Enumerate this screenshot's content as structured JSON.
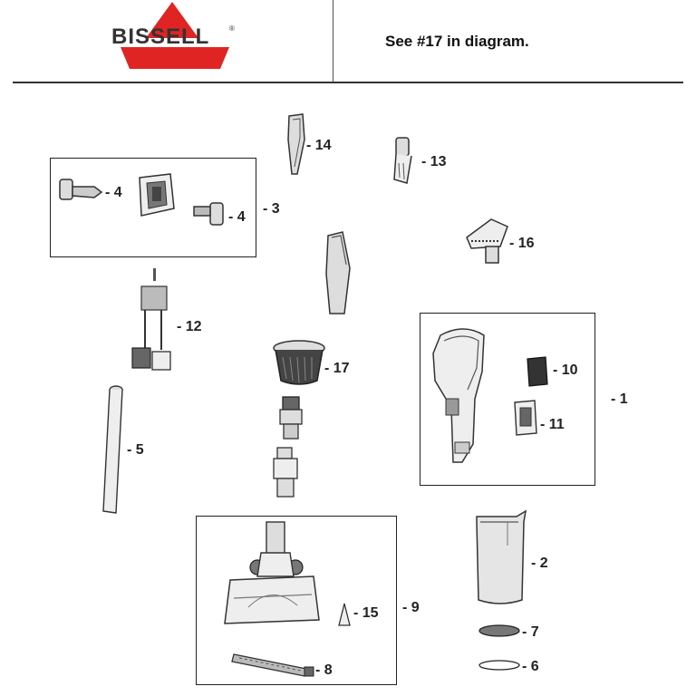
{
  "header": {
    "brand": "BISSELL",
    "note": "See #17 in diagram.",
    "colors": {
      "brand_red": "#e02424",
      "ink": "#333333"
    }
  },
  "parts": [
    {
      "id": "1",
      "label": "- 1"
    },
    {
      "id": "2",
      "label": "- 2"
    },
    {
      "id": "3",
      "label": "- 3"
    },
    {
      "id": "4a",
      "label": "- 4"
    },
    {
      "id": "4b",
      "label": "- 4"
    },
    {
      "id": "5",
      "label": "- 5"
    },
    {
      "id": "6",
      "label": "- 6"
    },
    {
      "id": "7",
      "label": "- 7"
    },
    {
      "id": "8",
      "label": "- 8"
    },
    {
      "id": "9",
      "label": "- 9"
    },
    {
      "id": "10",
      "label": "- 10"
    },
    {
      "id": "11",
      "label": "- 11"
    },
    {
      "id": "12",
      "label": "- 12"
    },
    {
      "id": "13",
      "label": "- 13"
    },
    {
      "id": "14",
      "label": "- 14"
    },
    {
      "id": "15",
      "label": "- 15"
    },
    {
      "id": "16",
      "label": "- 16"
    },
    {
      "id": "17",
      "label": "- 17"
    }
  ]
}
